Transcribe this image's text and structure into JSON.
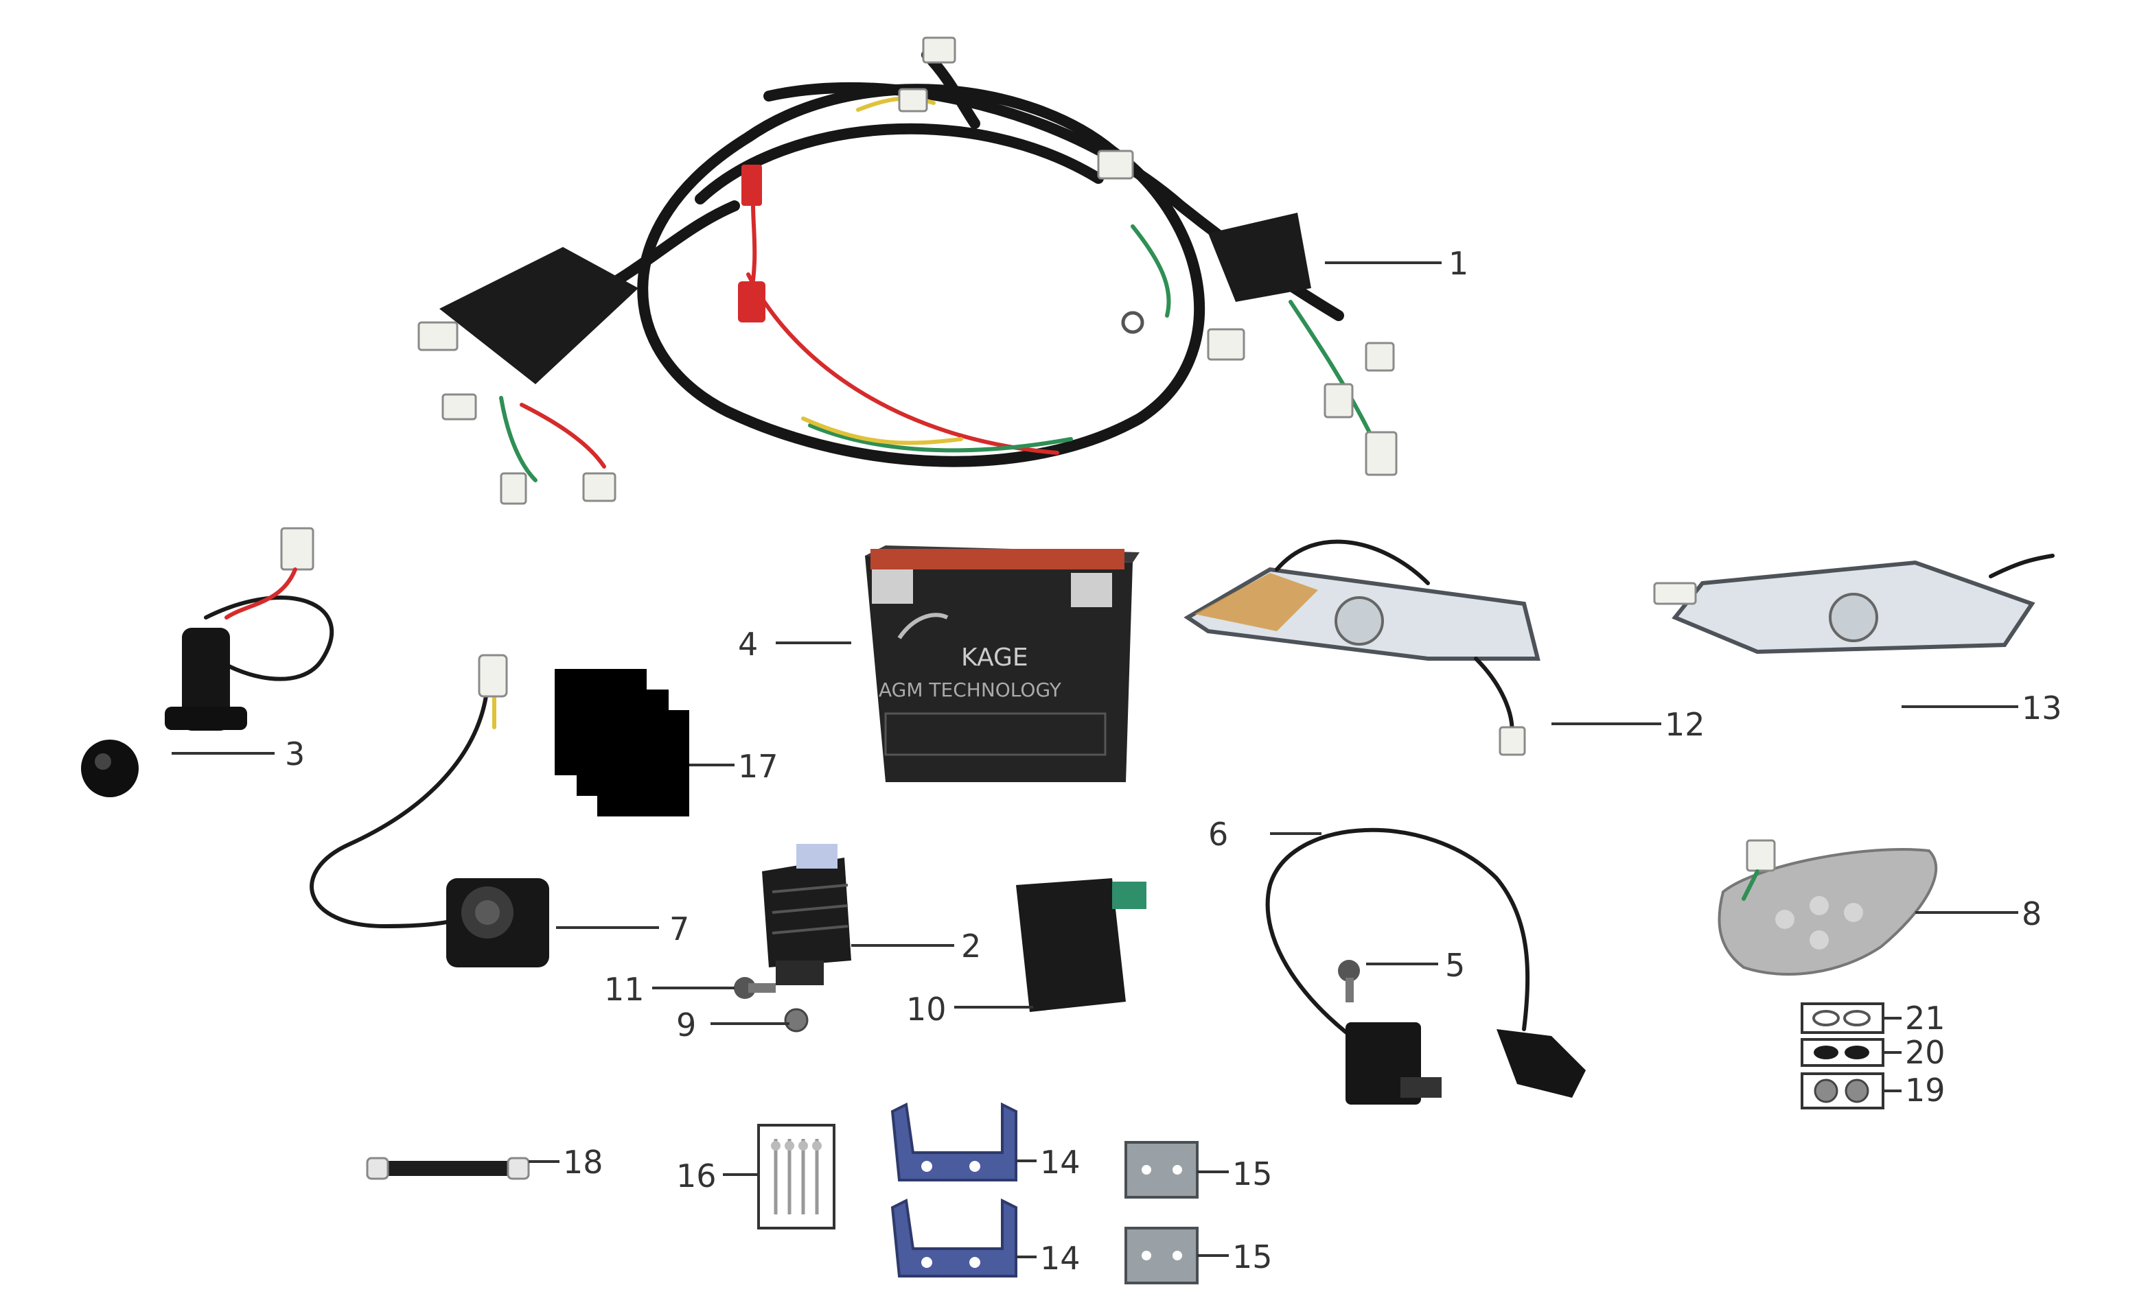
{
  "colors": {
    "background": "#ffffff",
    "wire": "#161616",
    "wire_red": "#d62b2b",
    "wire_green": "#2f8f55",
    "wire_yellow": "#e0c23a",
    "connector": "#f1f1ec",
    "amber_lens": "#d29a4a",
    "bracket_blue": "#4a5b9e",
    "metal": "#9aa1a6",
    "callout_text": "#333333"
  },
  "parts": [
    {
      "number": "1",
      "name": "wiring harness"
    },
    {
      "number": "2",
      "name": "regulator rectifier"
    },
    {
      "number": "3",
      "name": "ignition switch"
    },
    {
      "number": "4",
      "name": "battery"
    },
    {
      "number": "5",
      "name": "bolt"
    },
    {
      "number": "6",
      "name": "ignition coil"
    },
    {
      "number": "7",
      "name": "horn"
    },
    {
      "number": "8",
      "name": "tail light"
    },
    {
      "number": "9",
      "name": "nut"
    },
    {
      "number": "10",
      "name": "CDI unit"
    },
    {
      "number": "11",
      "name": "bolt"
    },
    {
      "number": "12",
      "name": "turn signal left"
    },
    {
      "number": "13",
      "name": "turn signal right"
    },
    {
      "number": "14a",
      "name": "bracket"
    },
    {
      "number": "14b",
      "name": "bracket"
    },
    {
      "number": "15a",
      "name": "plate"
    },
    {
      "number": "15b",
      "name": "plate"
    },
    {
      "number": "16",
      "name": "rivets"
    },
    {
      "number": "17",
      "name": "foam pads"
    },
    {
      "number": "18",
      "name": "rubber strap"
    },
    {
      "number": "19",
      "name": "nuts"
    },
    {
      "number": "20",
      "name": "rubber washers"
    },
    {
      "number": "21",
      "name": "washers"
    }
  ],
  "callouts": {
    "c1": "1",
    "c2": "2",
    "c3": "3",
    "c4": "4",
    "c5": "5",
    "c6": "6",
    "c7": "7",
    "c8": "8",
    "c9": "9",
    "c10": "10",
    "c11": "11",
    "c12": "12",
    "c13": "13",
    "c14a": "14",
    "c14b": "14",
    "c15a": "15",
    "c15b": "15",
    "c16": "16",
    "c17": "17",
    "c18": "18",
    "c19": "19",
    "c20": "20",
    "c21": "21"
  },
  "battery_label": {
    "brand": "KAGE",
    "tech": "AGM TECHNOLOGY"
  }
}
